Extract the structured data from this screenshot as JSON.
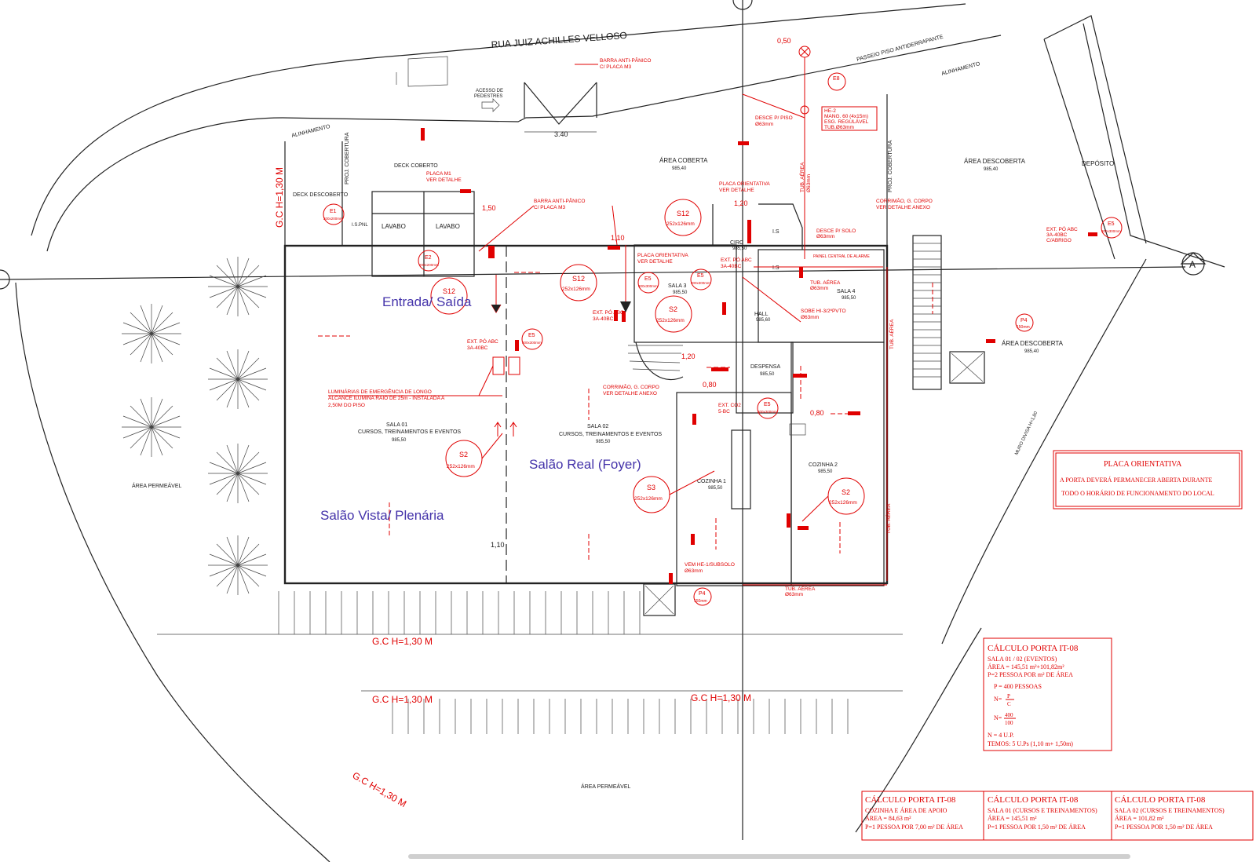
{
  "labels": {
    "street": "RUA JUIZ ACHILLES VELLOSO",
    "passeio": "PASSEIO PISO ANTIDERRAPANTE",
    "alinhamento": "ALINHAMENTO",
    "acesso_pedestres_1": "ACESSO DE",
    "acesso_pedestres_2": "PEDESTRES",
    "deck_coberto": "DECK COBERTO",
    "deck_descoberto": "DECK DESCOBERTO",
    "proj_cobertura": "PROJ. COBERTURA",
    "lavabo": "LAVABO",
    "is_pnl": "I.S.PNL",
    "is": "I.S",
    "area_coberta": "ÁREA COBERTA",
    "area_descoberta": "ÁREA DESCOBERTA",
    "deposito": "DEPÓSITO",
    "area_permeavel": "ÁREA PERMEÁVEL",
    "sala01_1": "SALA 01",
    "sala01_2": "CURSOS, TREINAMENTOS E EVENTOS",
    "sala02_1": "SALA 02",
    "sala02_2": "CURSOS, TREINAMENTOS E EVENTOS",
    "sala3": "SALA 3",
    "sala4": "SALA 4",
    "circ": "CIRC",
    "hall": "HALL",
    "despensa": "DESPENSA",
    "cozinha1": "COZINHA 1",
    "cozinha2": "COZINHA 2",
    "level_985_40": "985,40",
    "level_985_50": "985,50",
    "level_985_60": "985,60",
    "gc": "G.C H=1,30 M",
    "muro": "MURO DIVISA H=1,80",
    "section_a": "A",
    "dim_050": "0,50",
    "dim_340": "3.40",
    "dim_150": "1,50",
    "dim_120": "1,20",
    "dim_110": "1,10",
    "dim_080": "0,80",
    "dim_110b": "1,10"
  },
  "red_notes": {
    "barra_1": "BARRA ANTI-PÂNICO",
    "barra_2": "C/ PLACA M3",
    "placa_m1_1": "PLACA M1",
    "placa_m1_2": "VER DETALHE",
    "placa_orient_1": "PLACA ORIENTATIVA",
    "placa_orient_2": "VER DETALHE",
    "desce_piso_1": "DESCE P/ PISO",
    "desce_piso_2": "Ø63mm",
    "he2_1": "HE-2",
    "he2_2": "MANG. 60 (4x15m)",
    "he2_3": "ESG. REGULÁVEL",
    "he2_4": "TUB.Ø63mm",
    "tub_aerea": "TUB. AÉREA",
    "tub_aerea_2": "Ø63mm",
    "corrimao_1": "CORRIMÃO, G. CORPO",
    "corrimao_2": "VER DETALHE ANEXO",
    "desce_solo_1": "DESCE P/ SOLO",
    "desce_solo_2": "Ø63mm",
    "ext_po_abc": "EXT. PÓ ABC",
    "ext_3a40bc": "3A-40BC",
    "ext_3a40bc_abrigo": "C/ABRIGO",
    "ext_co2": "EXT. CO2",
    "ext_5bc": "5-BC",
    "painel_alarme": "PAINEL CENTRAL DE ALARME",
    "sobe_he3_1": "SOBE HI-3/2ºPVTO",
    "sobe_he3_2": "Ø63mm",
    "vem_he1_1": "VEM HE-1/SUBSOLO",
    "vem_he1_2": "Ø63mm",
    "lum_1": "LUMINÁRIAS DE EMERGÊNCIA DE LONGO",
    "lum_2": "ALCANCE ILUMINA RAIO DE 25m - INSTALADA A",
    "lum_3": "2,50M DO PISO",
    "e8": "E8",
    "e1": "E1",
    "e2": "E2",
    "e5": "E5",
    "s2": "S2",
    "s3": "S3",
    "s12": "S12",
    "p4": "P4",
    "size_252": "252x126mm",
    "size_300": "300x300mm",
    "size_200": "200x200mm",
    "size_150": "150mm"
  },
  "zones": {
    "entrada": "Entrada/ Saída",
    "foyer": "Salão Real (Foyer)",
    "plenaria": "Salão Vista/ Plenária"
  },
  "placa_box": {
    "title": "PLACA ORIENTATIVA",
    "line1": "A PORTA DEVERÁ PERMANECER ABERTA DURANTE",
    "line2": "TODO O HORÁRIO DE FUNCIONAMENTO DO LOCAL"
  },
  "calc_main": {
    "title": "CÁLCULO PORTA IT-08",
    "l1": "SALA 01 / 02 (EVENTOS)",
    "l2": "ÁREA = 145,51 m²+101,82m²",
    "l3": "P=2 PESSOA POR m² DE ÁREA",
    "l4": "P = 400 PESSOAS",
    "f1_n": "N=",
    "f1_num": "P",
    "f1_den": "C",
    "f2_n": "N=",
    "f2_num": "400",
    "f2_den": "100",
    "l5": "N = 4 U.P.",
    "l6": "TEMOS: 5 U.Ps (1,10 m+ 1,50m)"
  },
  "calc_bottom": [
    {
      "title": "CÁLCULO PORTA IT-08",
      "l1": "COZINHA E ÁREA DE APOIO",
      "l2": "ÁREA = 84,63 m²",
      "l3": "P=1 PESSOA POR 7,00 m² DE ÁREA"
    },
    {
      "title": "CÁLCULO PORTA IT-08",
      "l1": "SALA 01 (CURSOS E TREINAMENTOS)",
      "l2": "ÁREA = 145,51 m²",
      "l3": "P=1 PESSOA POR 1,50 m² DE ÁREA"
    },
    {
      "title": "CÁLCULO PORTA IT-08",
      "l1": "SALA 02 (CURSOS E TREINAMENTOS)",
      "l2": "ÁREA = 101,82 m²",
      "l3": "P=1 PESSOA POR 1,50 m² DE ÁREA"
    }
  ],
  "colors": {
    "ink": "#1a1a1a",
    "fire": "#e00000",
    "zone": "#4433aa"
  }
}
